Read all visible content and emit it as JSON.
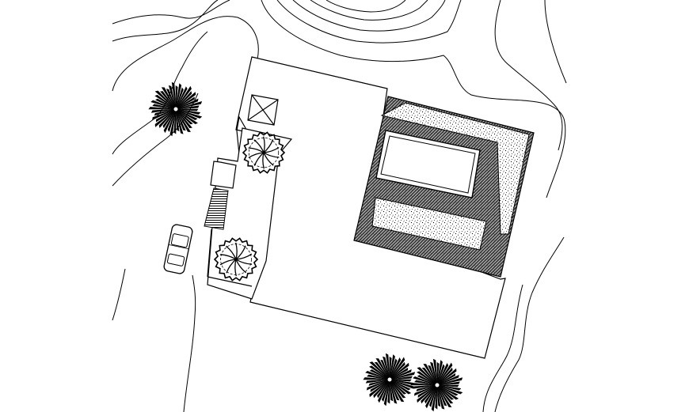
{
  "drawing": {
    "kind": "site plan",
    "room_labels": [
      "",
      "",
      "",
      "",
      ""
    ],
    "pool_label": ""
  },
  "elements": {
    "trees": [
      "tree",
      "tree",
      "tree",
      "tree",
      "tree"
    ],
    "car": "car",
    "stair": "stair",
    "pool": "pool",
    "skylight": "skylight"
  }
}
